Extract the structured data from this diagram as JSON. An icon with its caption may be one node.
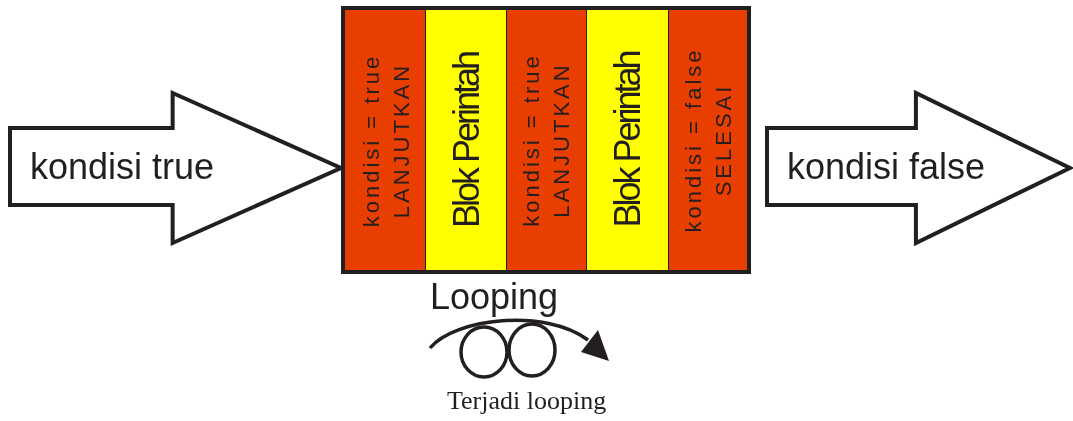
{
  "diagram": {
    "nodes": [
      {
        "text": [
          "kondisi true"
        ]
      },
      {
        "text": [],
        "shape": "box"
      },
      {
        "text": [
          "kondisi = true",
          "LANJUTKAN"
        ],
        "in": 1
      },
      {
        "text": [
          "Blok Perintah"
        ],
        "in": 1
      },
      {
        "text": [
          "kondisi = true",
          "LANJUTKAN"
        ],
        "in": 1
      },
      {
        "text": [
          "Blok Perintah"
        ],
        "in": 1
      },
      {
        "text": [
          "kondisi = false",
          "SELESAI"
        ],
        "in": 1
      },
      {
        "text": [
          "kondisi false"
        ]
      }
    ],
    "labels": [
      "Looping",
      "Terjadi looping"
    ]
  }
}
